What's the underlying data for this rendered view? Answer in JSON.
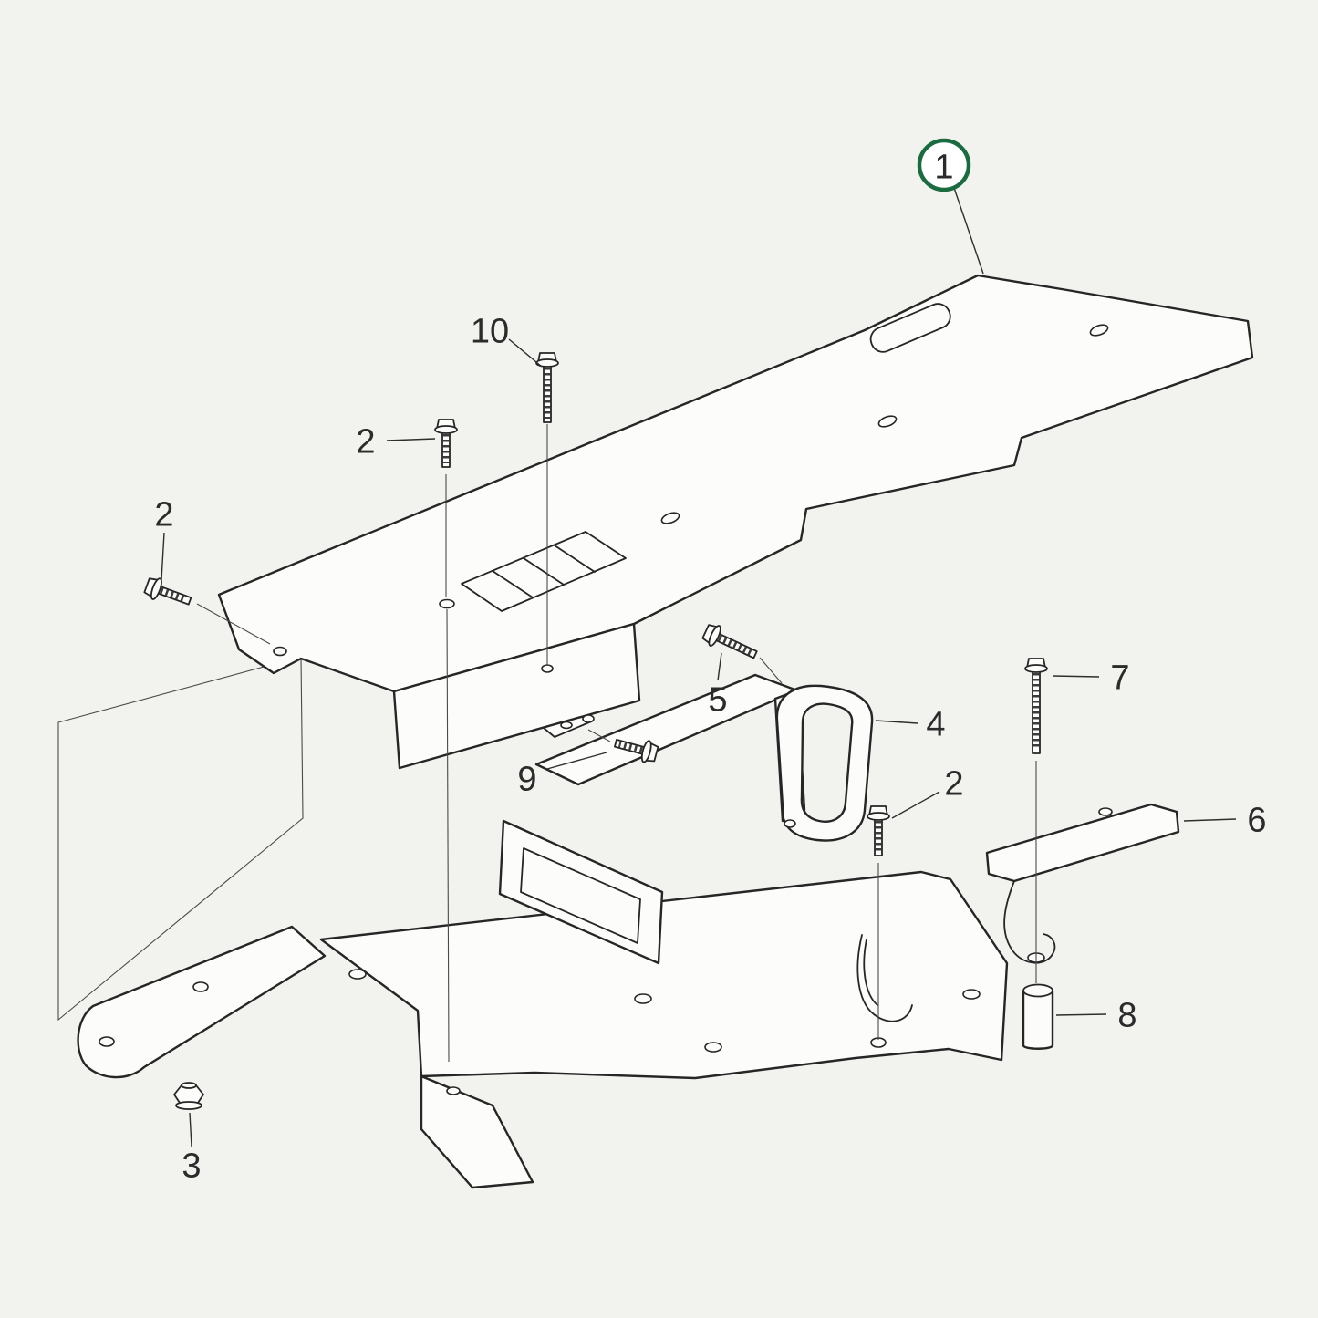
{
  "diagram": {
    "type": "exploded-parts-diagram",
    "highlight_color": "#1a6b3f",
    "line_color": "#262626",
    "background_color": "#f2f3ef",
    "part_fill_color": "#fcfcfa",
    "highlighted_callout": "1"
  },
  "callouts": {
    "c1": {
      "label": "1",
      "circled": true
    },
    "c2a": {
      "label": "2"
    },
    "c2b": {
      "label": "2"
    },
    "c2c": {
      "label": "2"
    },
    "c3": {
      "label": "3"
    },
    "c4": {
      "label": "4"
    },
    "c5": {
      "label": "5"
    },
    "c6": {
      "label": "6"
    },
    "c7": {
      "label": "7"
    },
    "c8": {
      "label": "8"
    },
    "c9": {
      "label": "9"
    },
    "c10": {
      "label": "10"
    }
  }
}
